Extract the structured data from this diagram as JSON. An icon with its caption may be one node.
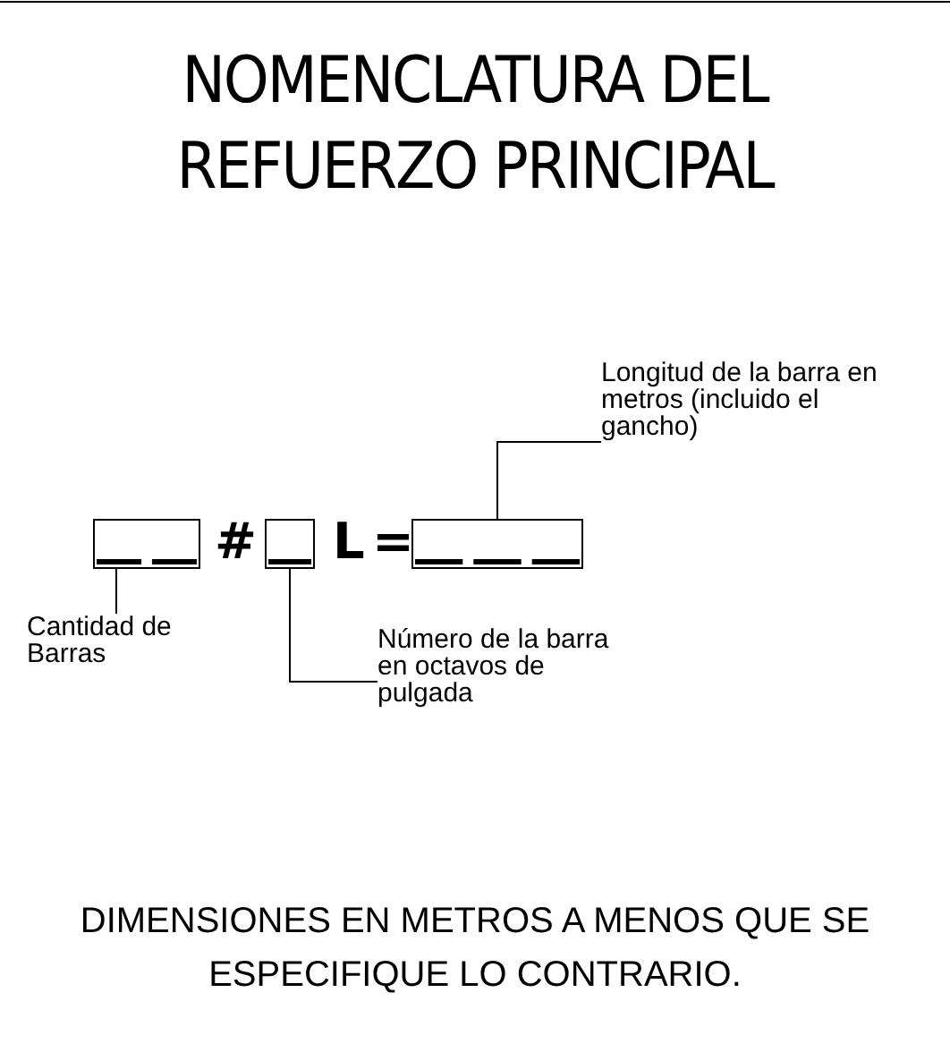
{
  "diagram": {
    "title": "NOMENCLATURA DEL REFUERZO PRINCIPAL",
    "nodes": [
      {
        "text": [
          "Longitud de la barra en metros (incluido el gancho)"
        ]
      },
      {
        "text": [],
        "shape": "box"
      },
      {
        "text": [],
        "shape": "box"
      },
      {
        "text": [],
        "shape": "box"
      },
      {
        "text": [
          "Cantidad de Barras"
        ]
      },
      {
        "text": [
          "Número de la barra en octavos de pulgada"
        ]
      }
    ],
    "edges": [
      {
        "from": 0,
        "to": 3,
        "arrow": "none"
      },
      {
        "from": 4,
        "to": 1,
        "arrow": "none"
      },
      {
        "from": 5,
        "to": 2,
        "arrow": "none"
      }
    ],
    "labels": [
      "#",
      "L",
      "=",
      "DIMENSIONES EN METROS A MENOS QUE SE ESPECIFIQUE LO CONTRARIO."
    ]
  }
}
